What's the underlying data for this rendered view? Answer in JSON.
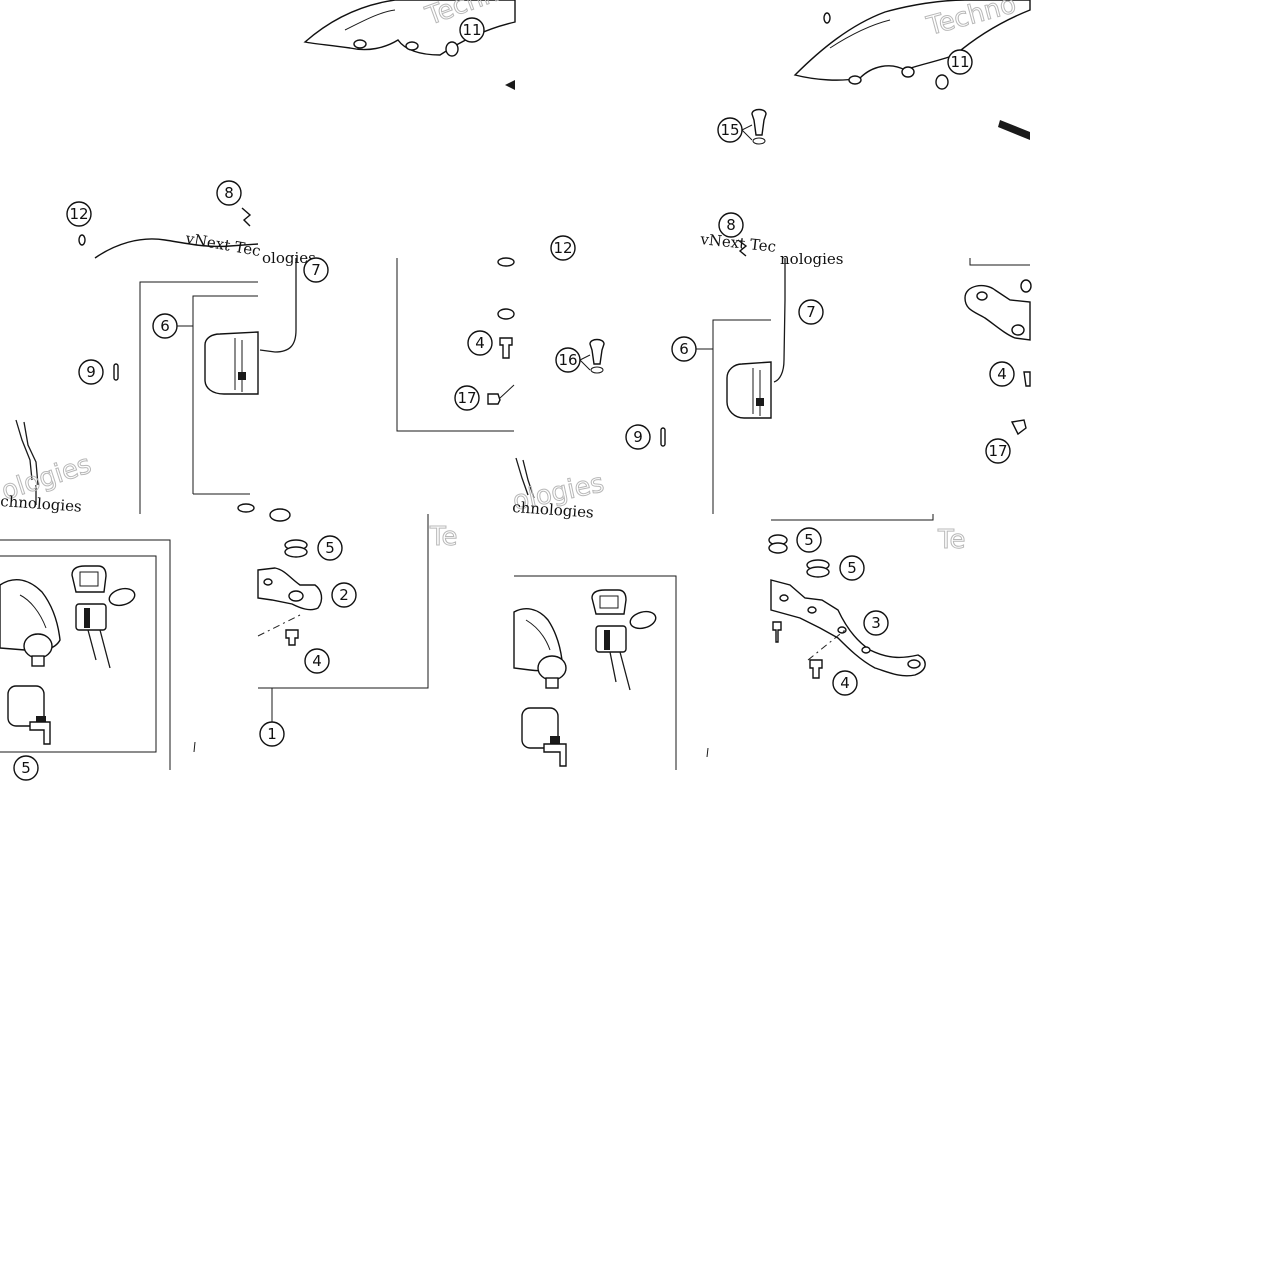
{
  "diagram": {
    "tiles": [
      {
        "id": "tile-1",
        "callouts": [
          {
            "id": "c11",
            "label": "11"
          },
          {
            "id": "c12",
            "label": "12"
          },
          {
            "id": "c8",
            "label": "8"
          }
        ],
        "watermark_text": "vNext Tec",
        "watermark_outline": "Techno"
      },
      {
        "id": "tile-2",
        "callouts": [
          {
            "id": "c11",
            "label": "11"
          },
          {
            "id": "c15",
            "label": "15"
          },
          {
            "id": "c12",
            "label": "12"
          },
          {
            "id": "c8",
            "label": "8"
          }
        ],
        "watermark_text": "vNext Tec",
        "watermark_outline": "Techno"
      },
      {
        "id": "tile-3",
        "callouts": [
          {
            "id": "c7",
            "label": "7"
          },
          {
            "id": "c6",
            "label": "6"
          },
          {
            "id": "c9",
            "label": "9"
          },
          {
            "id": "c4",
            "label": "4"
          },
          {
            "id": "c17",
            "label": "17"
          }
        ],
        "watermark_text": "chnologies",
        "watermark_outline": "ologies"
      },
      {
        "id": "tile-4",
        "callouts": [
          {
            "id": "c16",
            "label": "16"
          },
          {
            "id": "c6",
            "label": "6"
          },
          {
            "id": "c9",
            "label": "9"
          },
          {
            "id": "c7",
            "label": "7"
          },
          {
            "id": "c4",
            "label": "4"
          },
          {
            "id": "c17",
            "label": "17"
          }
        ],
        "watermark_text": "chnologies",
        "watermark_outline": "ologies"
      },
      {
        "id": "tile-5",
        "callouts": [
          {
            "id": "c5",
            "label": "5"
          },
          {
            "id": "c2",
            "label": "2"
          },
          {
            "id": "c4",
            "label": "4"
          },
          {
            "id": "c1",
            "label": "1"
          }
        ],
        "watermark_outline": "Te"
      },
      {
        "id": "tile-6",
        "callouts": [
          {
            "id": "c5",
            "label": "5"
          },
          {
            "id": "c5b",
            "label": "5"
          },
          {
            "id": "c3",
            "label": "3"
          },
          {
            "id": "c4",
            "label": "4"
          }
        ],
        "watermark_outline": "Te"
      }
    ],
    "extra_labels": [
      {
        "id": "top-ologies",
        "text": "ologies"
      },
      {
        "id": "tile2-ologies",
        "text": "nologies"
      }
    ]
  }
}
